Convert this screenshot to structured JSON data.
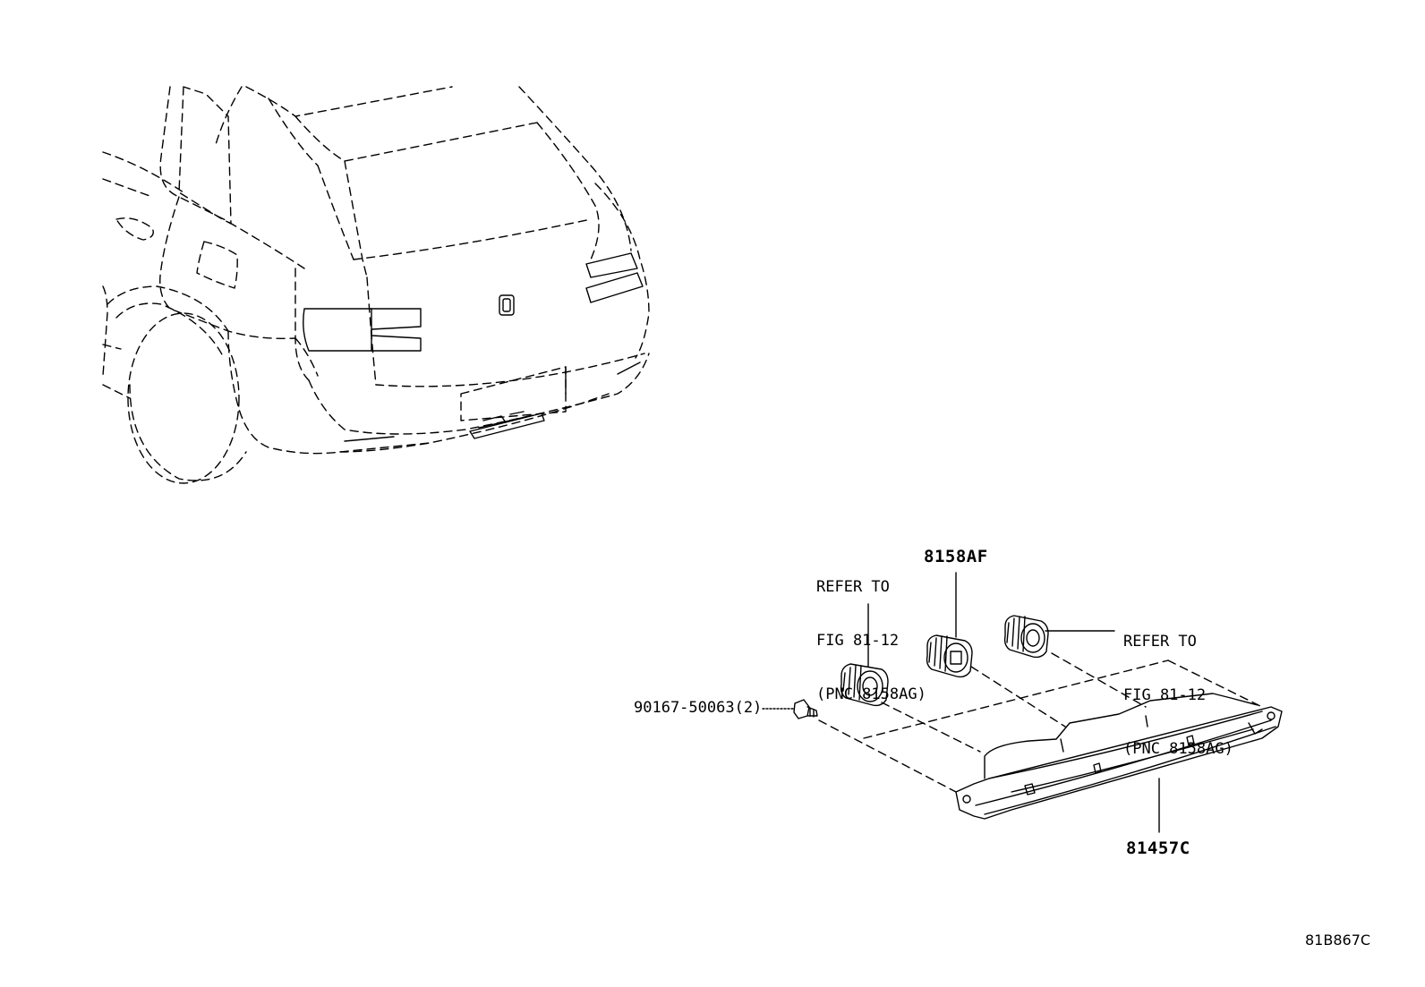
{
  "callouts": {
    "refer_left": {
      "line1": "REFER TO",
      "line2": "FIG 81-12",
      "line3": "(PNC 8158AG)"
    },
    "refer_right": {
      "line1": "REFER TO",
      "line2": "FIG 81-12",
      "line3": "(PNC 8158AG)"
    },
    "part_bulb": "8158AF",
    "part_screw": "90167-50063(2)",
    "part_lamp": "81457C"
  },
  "figure_id": "81B867C"
}
